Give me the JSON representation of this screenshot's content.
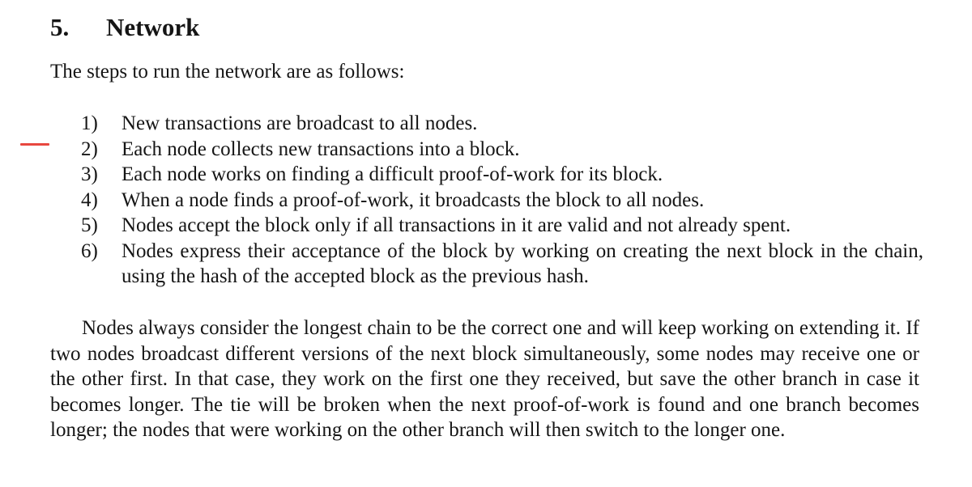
{
  "section": {
    "number": "5.",
    "title": "Network"
  },
  "intro": "The steps to run the network are as follows:",
  "steps": [
    {
      "marker": "1)",
      "text": "New transactions are broadcast to all nodes."
    },
    {
      "marker": "2)",
      "text": "Each node collects new transactions into a block."
    },
    {
      "marker": "3)",
      "text": "Each node works on finding a difficult proof-of-work for its block."
    },
    {
      "marker": "4)",
      "text": "When a node finds a proof-of-work, it broadcasts the block to all nodes."
    },
    {
      "marker": "5)",
      "text": "Nodes accept the block only if all transactions in it are valid and not already spent."
    },
    {
      "marker": "6)",
      "text": "Nodes express their acceptance of the block by working on creating the next block in the chain, using the hash of the accepted block as the previous hash."
    }
  ],
  "paragraph": "Nodes always consider the longest chain to be the correct one and will keep working on extending it.  If two nodes broadcast different versions of the next block simultaneously, some nodes may receive one or the other first.  In that case, they work on the first one they received, but save the other branch in case it becomes longer.  The tie will be broken when the next proof-of-work is found and one branch becomes longer; the nodes that were working on the other branch will then switch to the longer one.",
  "colors": {
    "text": "#151515",
    "annotation_mark": "#e8473f",
    "background": "#ffffff"
  }
}
